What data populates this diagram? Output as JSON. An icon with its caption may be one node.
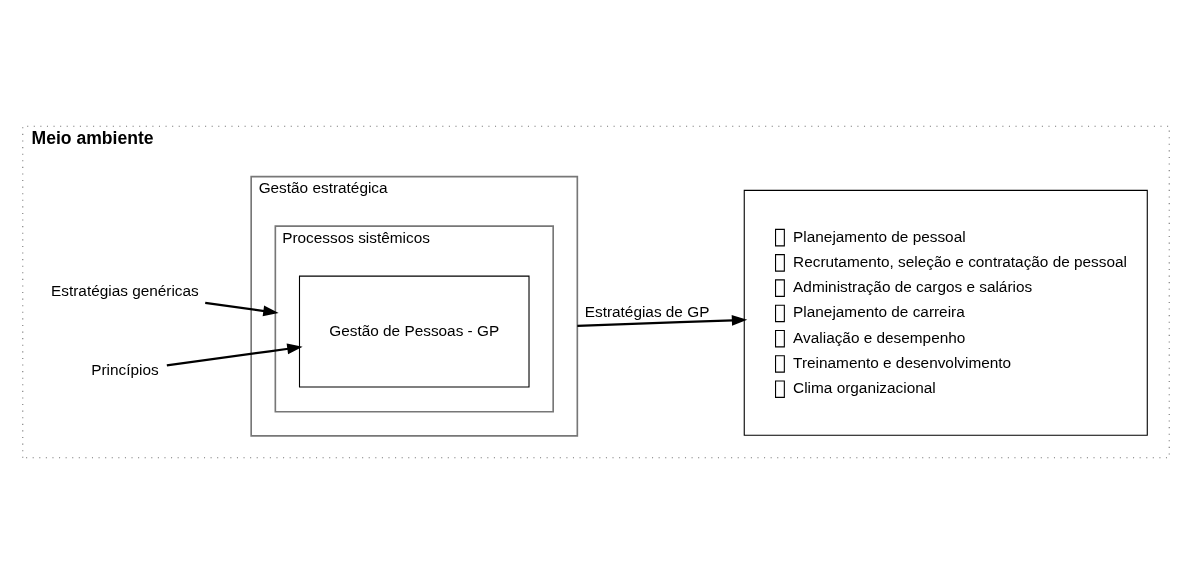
{
  "diagram": {
    "nodes": [
      {
        "text": [
          "Meio ambiente"
        ]
      },
      {
        "text": [
          "Estratégias genéricas"
        ],
        "in": 0
      },
      {
        "text": [
          "Gestão estratégica"
        ],
        "in": 0
      },
      {
        "text": [
          "Processos sistêmicos"
        ],
        "in": 2
      },
      {
        "text": [
          "Gestão de Pessoas - GP"
        ],
        "in": 3
      },
      {
        "text": [
          "Princípios"
        ],
        "in": 0
      },
      {
        "text": [
          "Planejamento de pessoal",
          "Recrutamento, seleção e contratação de pessoal",
          "Administração de cargos e salários",
          "Planejamento de carreira",
          "Avaliação e desempenho",
          "Treinamento e desenvolvimento",
          "Clima organizacional"
        ],
        "in": 0
      }
    ],
    "edges": [
      {
        "from": 1,
        "to": 3,
        "arrow": "to"
      },
      {
        "from": 5,
        "to": 4,
        "arrow": "to"
      },
      {
        "from": 2,
        "to": 6,
        "arrow": "to",
        "label": "Estratégias de GP"
      }
    ]
  }
}
